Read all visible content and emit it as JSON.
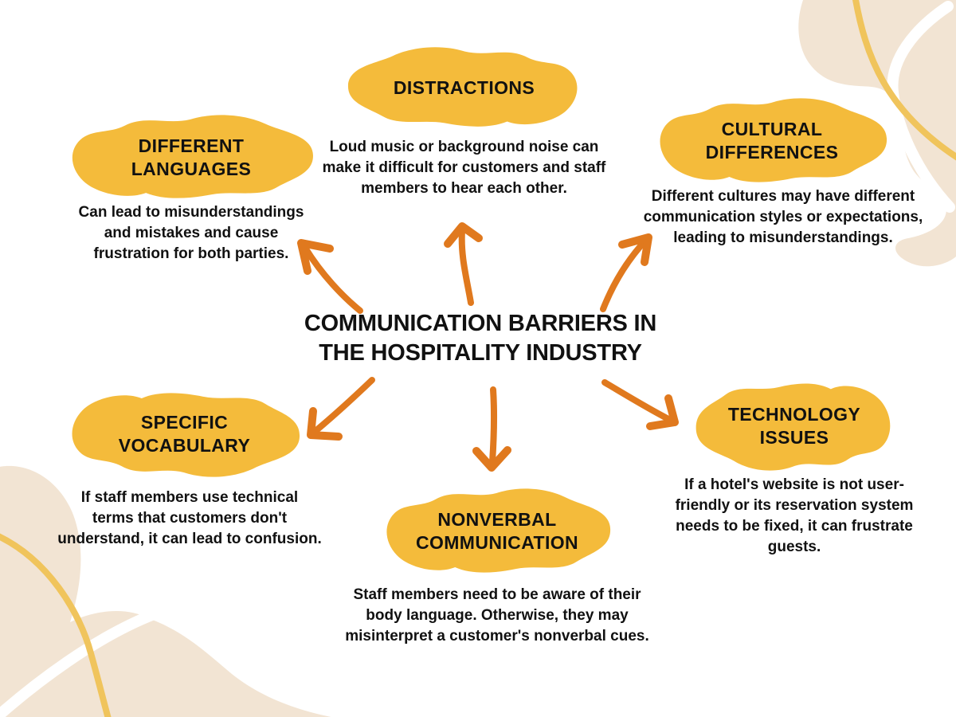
{
  "title": {
    "text": "COMMUNICATION BARRIERS IN\nTHE HOSPITALITY INDUSTRY"
  },
  "nodes": [
    {
      "id": "different-languages",
      "label": "DIFFERENT\nLANGUAGES",
      "description": "Can lead to misunderstandings\nand mistakes and cause\nfrustration for both parties."
    },
    {
      "id": "distractions",
      "label": "DISTRACTIONS",
      "description": "Loud music or background noise can\nmake it difficult for customers and staff\nmembers to hear each other."
    },
    {
      "id": "cultural-differences",
      "label": "CULTURAL\nDIFFERENCES",
      "description": "Different cultures may have different\ncommunication styles or expectations,\nleading to misunderstandings."
    },
    {
      "id": "specific-vocabulary",
      "label": "SPECIFIC\nVOCABULARY",
      "description": "If staff members use technical\nterms that customers don't\nunderstand, it can lead to confusion."
    },
    {
      "id": "nonverbal-communication",
      "label": "NONVERBAL\nCOMMUNICATION",
      "description": "Staff members need to be aware of their\nbody language. Otherwise, they may\nmisinterpret a customer's nonverbal cues."
    },
    {
      "id": "technology-issues",
      "label": "TECHNOLOGY\nISSUES",
      "description": "If a hotel's website is not user-\nfriendly or its reservation system\nneeds to be fixed, it can frustrate\nguests."
    }
  ],
  "icons": {
    "arrows": [
      "arrow-up-left",
      "arrow-up",
      "arrow-up-right",
      "arrow-down-left",
      "arrow-down",
      "arrow-down-right"
    ]
  },
  "colors": {
    "background": "#FFFFFF",
    "blob_yellow": "#F4BB3B",
    "arrow_orange": "#E0791E",
    "decor_beige": "#F2E4D3",
    "decor_curve_yellow": "#F0C45C",
    "text_black": "#111111"
  }
}
